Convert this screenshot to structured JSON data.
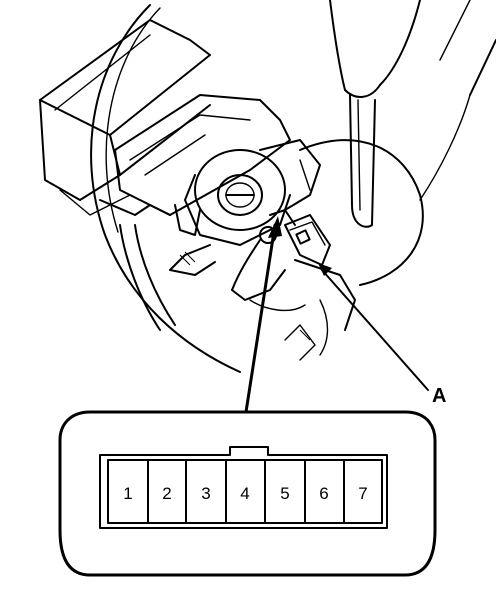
{
  "callout": {
    "label": "A"
  },
  "connector": {
    "pins": [
      "1",
      "2",
      "3",
      "4",
      "5",
      "6",
      "7"
    ]
  }
}
